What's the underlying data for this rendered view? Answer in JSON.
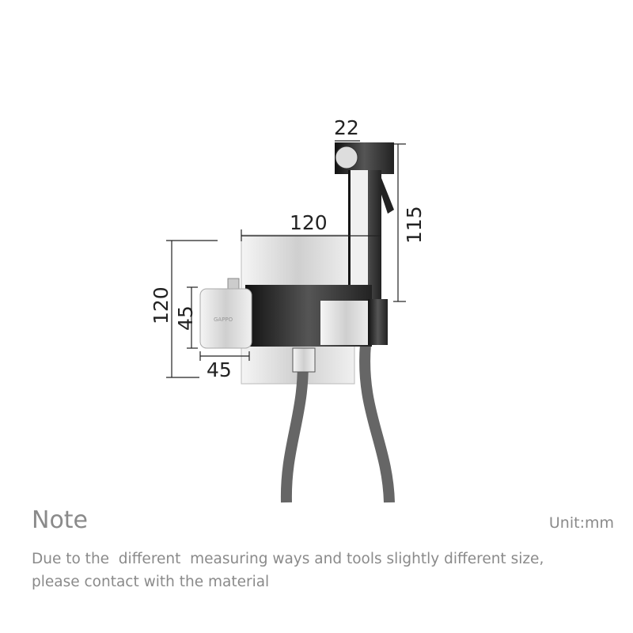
{
  "diagram": {
    "brand_logo": "GAPPO",
    "dimensions": {
      "sprayer_width": "22",
      "sprayer_height": "115",
      "plate_width": "120",
      "plate_height": "120",
      "handle_height": "45",
      "handle_width": "45"
    },
    "colors": {
      "chrome_dark": "#2a2a2a",
      "chrome_light": "#e8e8e8",
      "text": "#8a8a8a"
    }
  },
  "note": {
    "title": "Note",
    "unit": "Unit:mm",
    "line1": "Due to the  different  measuring ways and tools slightly different size,",
    "line2": "please contact with the material"
  }
}
